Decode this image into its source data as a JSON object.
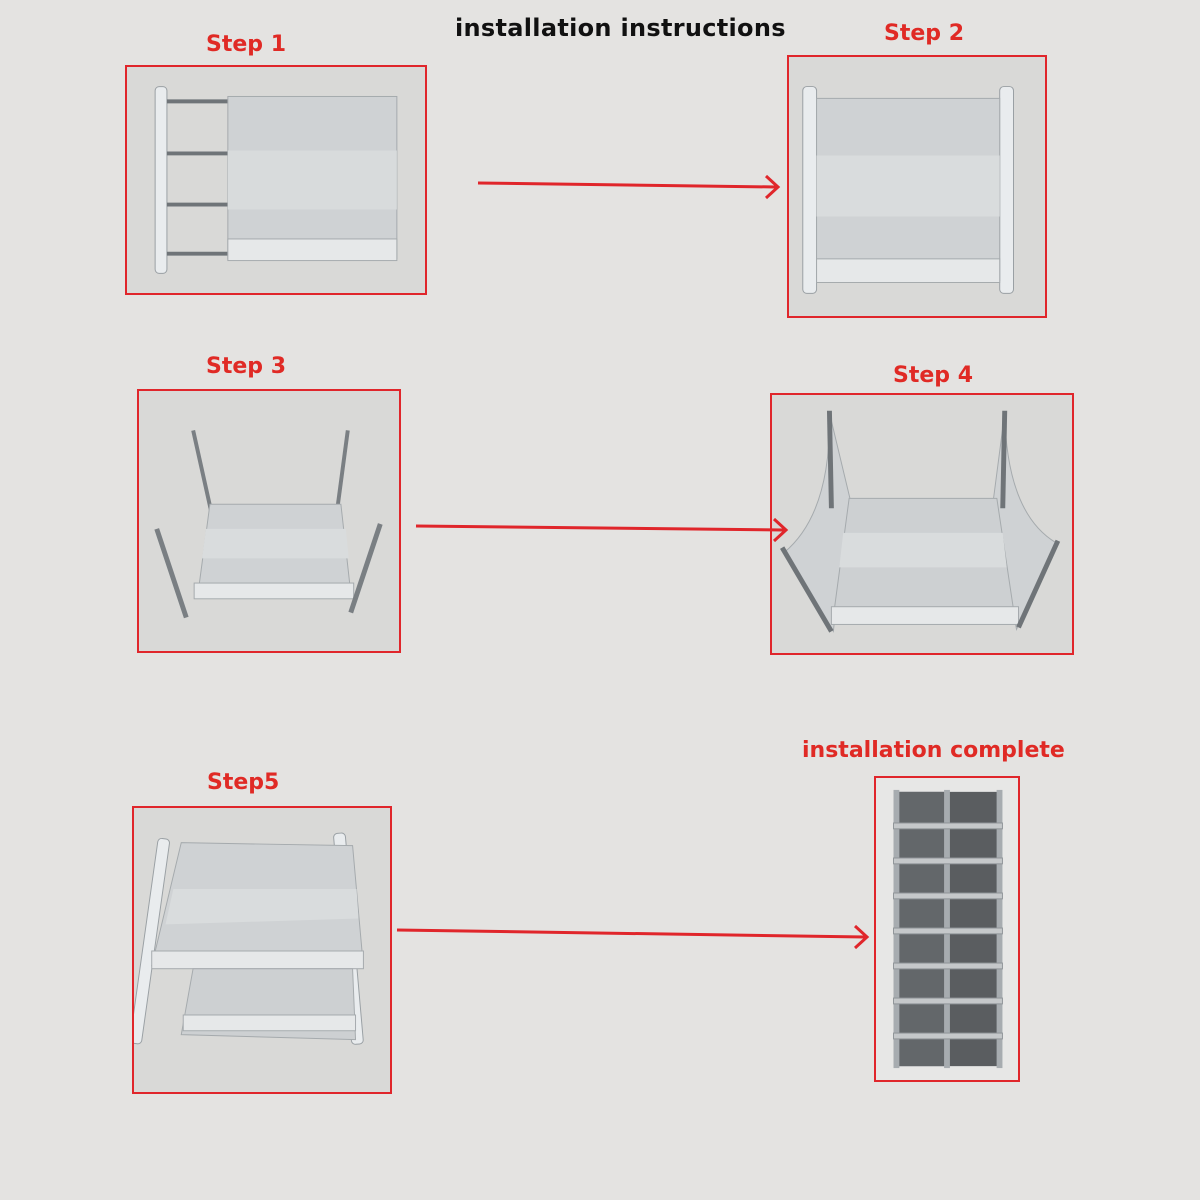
{
  "title": "installation instructions",
  "steps": [
    {
      "label": "Step 1"
    },
    {
      "label": "Step 2"
    },
    {
      "label": "Step 3"
    },
    {
      "label": "Step 4"
    },
    {
      "label": "Step5"
    },
    {
      "label": "installation complete"
    }
  ],
  "colors": {
    "background": "#e4e3e1",
    "accent_red": "#e0262b",
    "title_text": "#111111",
    "fabric_light": "#c8cbcc",
    "frame_metal": "#9aa0a4",
    "shelf_dark": "#5a5d60"
  }
}
